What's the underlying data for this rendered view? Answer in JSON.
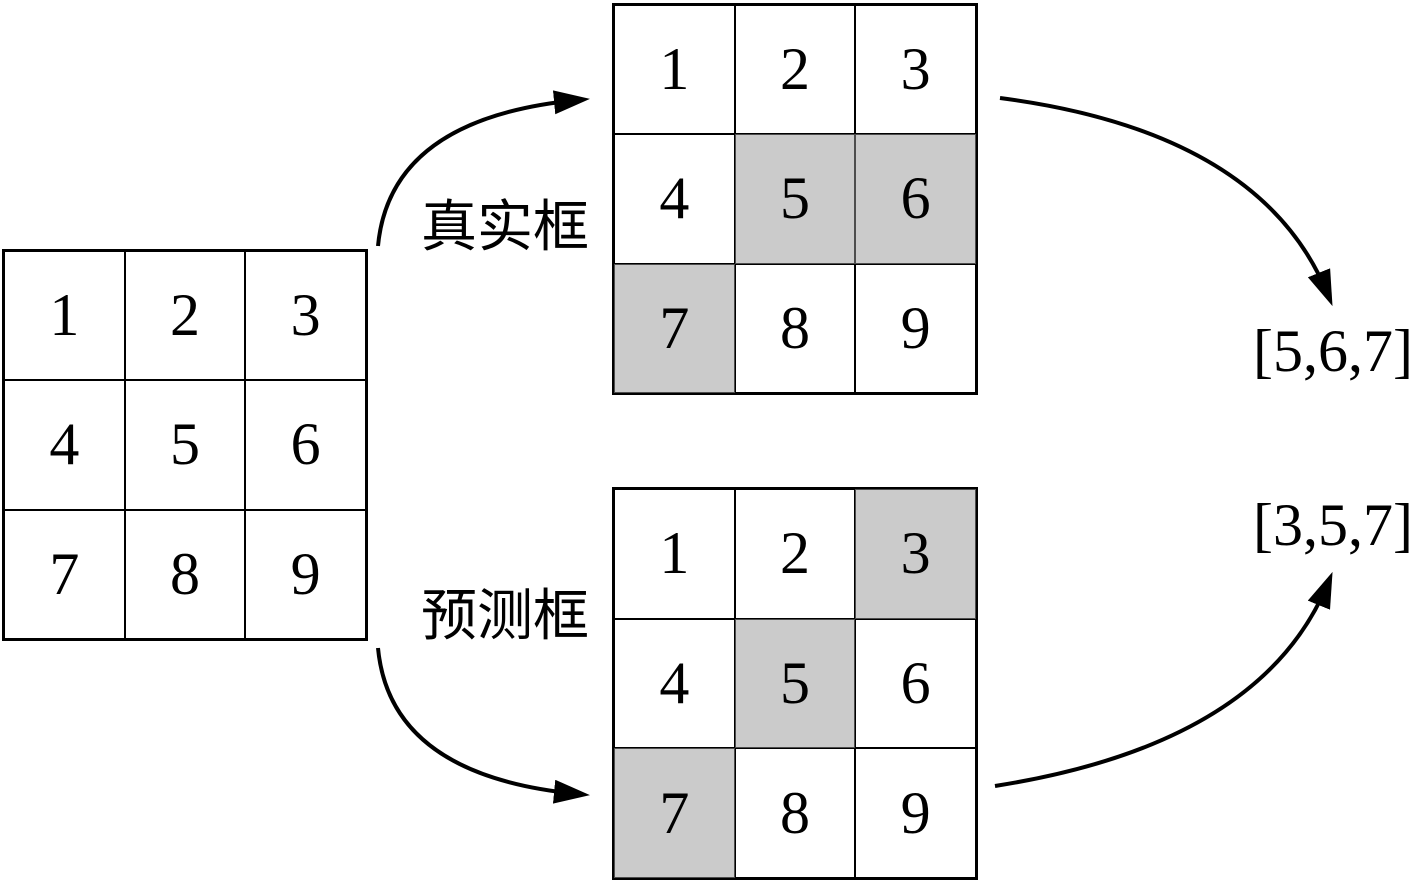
{
  "colors": {
    "background": "#ffffff",
    "grid_line": "#000000",
    "shaded_cell": "#cbcbcb",
    "shaded_cell_border": "#4d4d4d",
    "arrow": "#000000",
    "text": "#000000"
  },
  "source_grid": {
    "cells": [
      1,
      2,
      3,
      4,
      5,
      6,
      7,
      8,
      9
    ],
    "shaded": []
  },
  "ground_truth": {
    "label": "真实框",
    "cells": [
      1,
      2,
      3,
      4,
      5,
      6,
      7,
      8,
      9
    ],
    "shaded": [
      5,
      6,
      7
    ],
    "output": "[5,6,7]"
  },
  "prediction": {
    "label": "预测框",
    "cells": [
      1,
      2,
      3,
      4,
      5,
      6,
      7,
      8,
      9
    ],
    "shaded": [
      3,
      5,
      7
    ],
    "output": "[3,5,7]"
  }
}
